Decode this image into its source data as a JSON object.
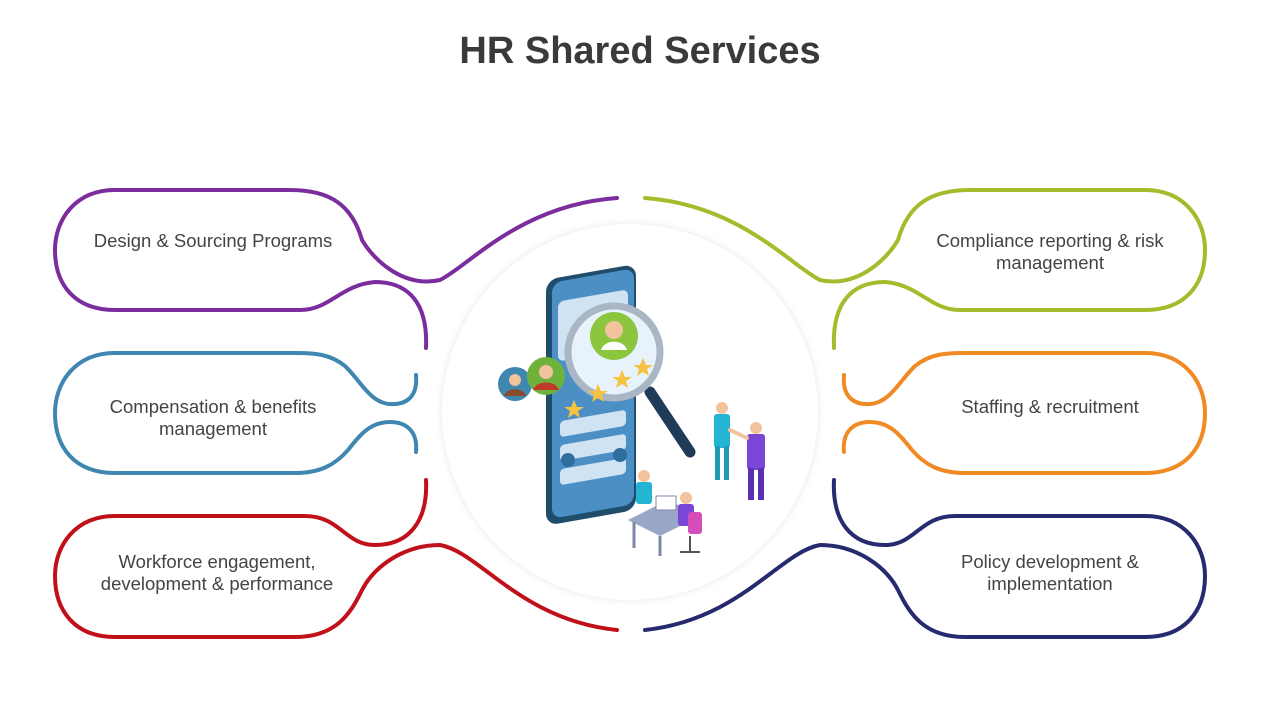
{
  "title": "HR Shared Services",
  "items": [
    {
      "label": "Design & Sourcing Programs",
      "color": "#7b2d9e"
    },
    {
      "label": "Compensation & benefits management",
      "color": "#3f86b0"
    },
    {
      "label": "Workforce engagement, development & performance",
      "color": "#c0111b"
    },
    {
      "label": "Compliance reporting & risk management",
      "color": "#a4bc2c"
    },
    {
      "label": "Staffing & recruitment",
      "color": "#f08a24"
    },
    {
      "label": "Policy development & implementation",
      "color": "#262a6e"
    }
  ],
  "center_icon": "hr-recruitment-illustration"
}
